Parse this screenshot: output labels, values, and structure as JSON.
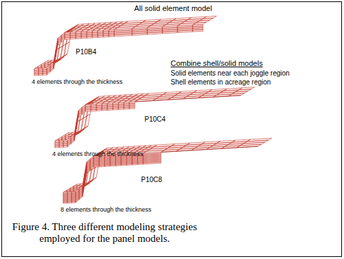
{
  "diagram": {
    "caption": "Figure 4. Three different modeling strategies employed for the panel models.",
    "labels": [
      "All solid element model",
      "P10B4",
      "4 elements through the thickness",
      "Combine shell/solid models",
      "Solid elements near each joggle region",
      "Shell elements in acreage region",
      "P10C4",
      "4 elements through the thickness",
      "P10C8",
      "8 elements through the thickness"
    ]
  }
}
